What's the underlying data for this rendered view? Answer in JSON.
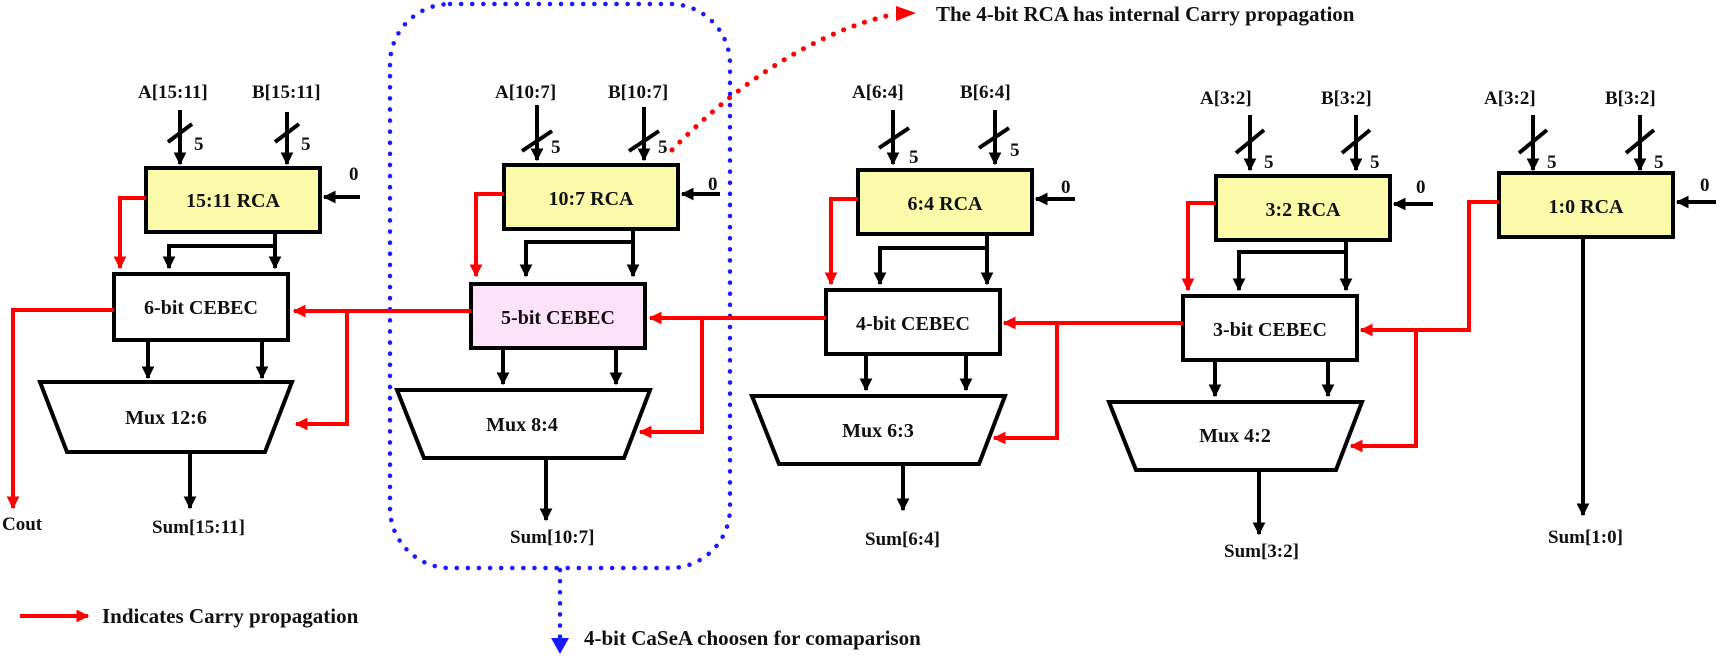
{
  "colors": {
    "rca_fill": "#fafaa8",
    "cebec_fill": "#ffffff",
    "cebec_highlight_fill": "#fde2fa",
    "carry": "#ff0000",
    "wire": "#000000",
    "highlight_outline": "#1a1aff",
    "annotation_pointer": "#ff0000"
  },
  "stages": [
    {
      "id": "15-11",
      "input_a": "A[15:11]",
      "input_b": "B[15:11]",
      "bus_width_a": "5",
      "bus_width_b": "5",
      "carry_in": "0",
      "rca": "15:11 RCA",
      "cebec": "6-bit CEBEC",
      "mux": "Mux 12:6",
      "sum": "Sum[15:11]",
      "highlighted": false
    },
    {
      "id": "10-7",
      "input_a": "A[10:7]",
      "input_b": "B[10:7]",
      "bus_width_a": "5",
      "bus_width_b": "5",
      "carry_in": "0",
      "rca": "10:7 RCA",
      "cebec": "5-bit CEBEC",
      "mux": "Mux 8:4",
      "sum": "Sum[10:7]",
      "highlighted": true
    },
    {
      "id": "6-4",
      "input_a": "A[6:4]",
      "input_b": "B[6:4]",
      "bus_width_a": "5",
      "bus_width_b": "5",
      "carry_in": "0",
      "rca": "6:4 RCA",
      "cebec": "4-bit CEBEC",
      "mux": "Mux 6:3",
      "sum": "Sum[6:4]",
      "highlighted": false
    },
    {
      "id": "3-2",
      "input_a": "A[3:2]",
      "input_b": "B[3:2]",
      "bus_width_a": "5",
      "bus_width_b": "5",
      "carry_in": "0",
      "rca": "3:2 RCA",
      "cebec": "3-bit CEBEC",
      "mux": "Mux 4:2",
      "sum": "Sum[3:2]",
      "highlighted": false
    },
    {
      "id": "1-0",
      "input_a": "A[3:2]",
      "input_b": "B[3:2]",
      "bus_width_a": "5",
      "bus_width_b": "5",
      "carry_in": "0",
      "rca": "1:0 RCA",
      "sum": "Sum[1:0]",
      "highlighted": false
    }
  ],
  "carry_out": "Cout",
  "annotations": {
    "rca_note": "The 4-bit RCA has internal Carry propagation",
    "casea_note": "4-bit CaSeA choosen for comaparison",
    "legend": "Indicates Carry propagation"
  }
}
